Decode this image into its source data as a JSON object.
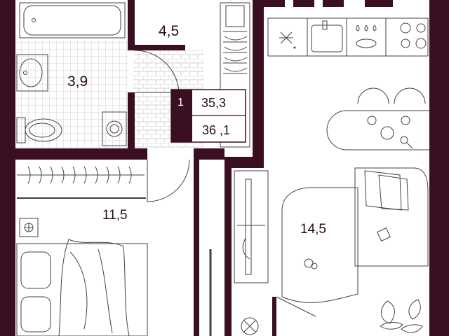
{
  "colors": {
    "wall": "#3a0f22",
    "line": "#4a3d45",
    "tile": "#c9c4c7",
    "badge": "#3a0f22",
    "badge_text": "#ffffff",
    "text": "#2b0d1a"
  },
  "unit": {
    "rooms_count": "1",
    "area_total": "35,3",
    "area_alt": "36 ,1"
  },
  "rooms": {
    "bathroom": "3,9",
    "hallway": "4,5",
    "bedroom": "11,5",
    "living_kitchen": "14,5"
  },
  "icons": [
    "bathtub-icon",
    "sink-icon",
    "toilet-icon",
    "washing-machine-icon",
    "wardrobe-rail-icon",
    "bed-icon",
    "sofa-icon",
    "armchair-icon",
    "stove-icon",
    "kitchen-sink-icon",
    "dining-table-icon",
    "plant-icon",
    "tv-stand-icon",
    "door-arc-icon"
  ]
}
